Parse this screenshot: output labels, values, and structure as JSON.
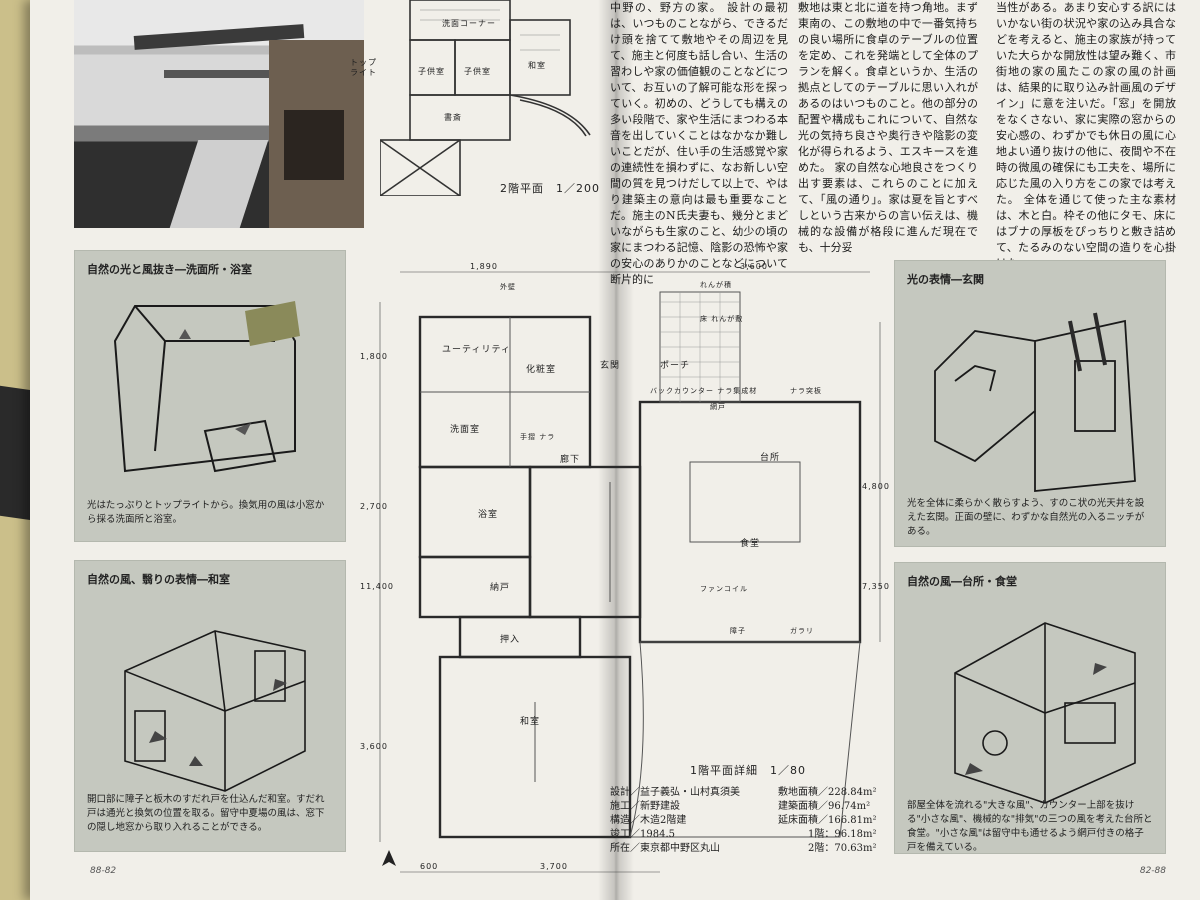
{
  "colors": {
    "page": "#f1efe9",
    "panel": "#c5c8bf",
    "ink": "#222222",
    "accent": "#8a8a5a"
  },
  "text": {
    "col_a": "中野の、野方の家。 設計の最初は、いつものことながら、できるだけ頭を捨てて敷地やその周辺を見て、施主と何度も話し合い、生活の習わしや家の価値観のことなどについて、お互いの了解可能な形を探っていく。初めの、どうしても構えの多い段階で、家や生活にまつわる本音を出していくことはなかなか難しいことだが、住い手の生活感覚や家の連続性を損わずに、なお新しい空間の質を見つけだして以上で、やはり建築主の意向は最も重要なことだ。施主のN氏夫妻も、幾分とまどいながらも生家のこと、幼少の頃の家にまつわる記憶、陰影の恐怖や家の安心のありかのことなどについて断片的に",
    "col_b": "敷地は東と北に道を持つ角地。まず東南の、この敷地の中で一番気持ちの良い場所に食卓のテーブルの位置を定め、これを発端として全体のプランを解く。食卓というか、生活の拠点としてのテーブルに思い入れがあるのはいつものこと。他の部分の配置や構成もこれについて、自然な光の気持ち良さや奥行きや陰影の変化が得られるよう、エスキースを進めた。 家の自然な心地良さをつくり出す要素は、これらのことに加えて、「風の通り」。家は夏を旨とすべしという古来からの言い伝えは、機械的な設備が格段に進んだ現在でも、十分妥",
    "col_c": "当性がある。あまり安心する訳にはいかない街の状況や家の込み具合などを考えると、施主の家族が持っていた大らかな開放性は望み難く、市街地の家の風たこの家の風の計画は、結果的に取り込み計画風のデザイン」に意を注いだ。「窓」を開放をなくさない、家に実際の窓からの安心感の、わずかでも休日の風に心地よい通り抜けの他に、夜間や不在時の微風の確保にも工夫を、場所に応じた風の入り方をこの家では考えた。 全体を通じて使った主な素材は、木と白。枠その他にタモ、床にはブナの厚板をぴっちりと敷き詰めて、たるみのない空間の造りを心掛けた。"
  },
  "floor2": {
    "label": "2階平面　1／200",
    "rooms": [
      "洗面コーナー",
      "子供室",
      "子供室",
      "和室",
      "書斎"
    ],
    "side_label": "トップライト"
  },
  "floor1": {
    "label": "1階平面詳細　1／80",
    "rooms": {
      "utility": "ユーティリティ",
      "toilet": "化粧室",
      "wash": "洗面室",
      "bath": "浴室",
      "storage": "納戸",
      "closet": "押入",
      "entrance": "玄関",
      "hall": "廊下",
      "kitchen": "台所",
      "dining": "食堂",
      "washitsu": "和室",
      "porch": "ポーチ"
    },
    "notes": [
      "外壁",
      "れんが積",
      "床 れんが敷",
      "バックカウンター ナラ集成材",
      "ナラ突板",
      "網戸",
      "手摺 ナラ",
      "ファンコイル",
      "障子",
      "ガラリ"
    ],
    "dims_top": [
      "1,890",
      "3,600"
    ],
    "dims_bottom": [
      "600",
      "3,700"
    ],
    "dims_left": [
      "1,800",
      "2,700",
      "11,400",
      "3,600"
    ],
    "dims_right": [
      "4,800",
      "7,350"
    ]
  },
  "panels": {
    "p1": {
      "title": "自然の光と風抜き―洗面所・浴室",
      "caption": "光はたっぷりとトップライトから。換気用の風は小窓から採る洗面所と浴室。"
    },
    "p2": {
      "title": "自然の風、翳りの表情―和室",
      "caption": "開口部に障子と板木のすだれ戸を仕込んだ和室。すだれ戸は通光と換気の位置を取る。留守中夏場の風は、窓下の隠し地窓から取り入れることができる。"
    },
    "p3": {
      "title": "光の表情―玄関",
      "caption": "光を全体に柔らかく散らすよう、すのこ状の光天井を設えた玄関。正面の壁に、わずかな自然光の入るニッチがある。"
    },
    "p4": {
      "title": "自然の風―台所・食堂",
      "caption": "部屋全体を流れる\"大きな風\"、カウンター上部を抜ける\"小さな風\"、機械的な\"排気\"の三つの風を考えた台所と食堂。\"小さな風\"は留守中も通せるよう網戸付きの格子戸を備えている。"
    }
  },
  "credits": {
    "lines": [
      "設計／益子義弘・山村真須美",
      "施工／新野建設",
      "構造／木造2階建",
      "竣工／1984.5",
      "所在／東京都中野区丸山"
    ]
  },
  "areas": {
    "lines": [
      "敷地面積／228.84m²",
      "建築面積／96.74m²",
      "延床面積／166.81m²",
      "1階：96.18m²",
      "2階：70.63m²"
    ]
  },
  "folio": {
    "left": "88-82",
    "right": "82-88"
  }
}
